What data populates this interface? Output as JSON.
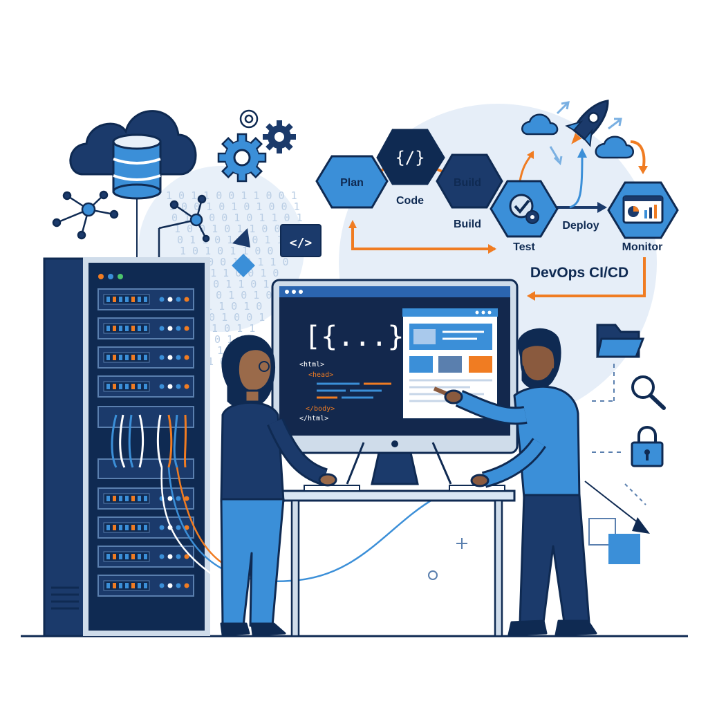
{
  "colors": {
    "navy": "#1b3a6b",
    "dark": "#0f2a52",
    "blue": "#3b8fd8",
    "light_blue": "#d9e6f4",
    "orange": "#f07c22",
    "screen": "#13284d"
  },
  "pipeline": {
    "title": "DevOps CI/CD",
    "stages": {
      "plan": "Plan",
      "code_icon": "{/}",
      "code": "Code",
      "build_hex": "Build",
      "build": "Build",
      "test": "Test",
      "deploy": "Deploy",
      "monitor": "Monitor"
    }
  },
  "monitor": {
    "braces": "[{...}]",
    "code_lines": [
      "<html>",
      "<head>",
      "</body>",
      "</html>"
    ]
  },
  "code_window": {
    "icon_text": "</>"
  },
  "binary_rows": [
    "1 0 1 1 0 0 1 1 0 0 1",
    "1 0 0 1 0 1 0 1 0 0 1",
    "0 1 1 0 0 1 0 1 1 0 1",
    "1 0 0 1 0 1 1 0 0 1 0",
    "0 1 1 0 1 0 0 1 1 0",
    "1 0 1 0 1 1 0 0 1",
    "0 1 0 0 1 0 1 1 0",
    "1 0 1 1 0 0 1 0",
    "0 1 0 1 1 0 1",
    "1 0 0 1 0 1 0",
    "0 1 1 0 1 0",
    "1 0 1 0 0 1",
    "0 1 0 1 1",
    "1 0 1 0",
    "0 1 1",
    "1 0"
  ],
  "icons": {
    "cloud_database": "cloud-database-icon",
    "gears": "gears-icon",
    "network": "network-nodes-icon",
    "rocket": "rocket-icon",
    "folder": "folder-icon",
    "search": "search-icon",
    "lock": "lock-icon",
    "cursor": "cursor-arrow-icon"
  }
}
